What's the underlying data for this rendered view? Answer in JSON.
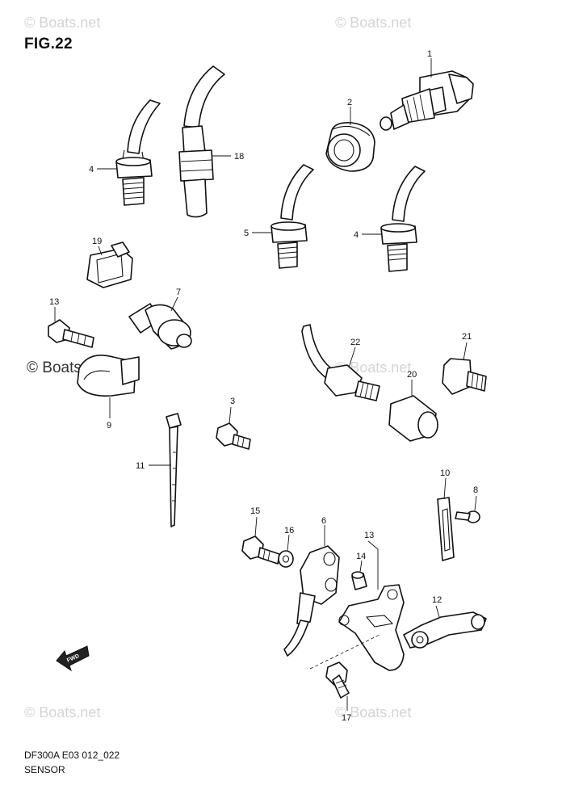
{
  "figure": {
    "title": "FIG.22",
    "model_code": "DF300A  E03 012_022",
    "caption": "SENSOR"
  },
  "watermarks": {
    "light": "© Boats.net",
    "strong": "© Boats.net"
  },
  "fwd_label": "FWD",
  "callouts": {
    "c1": "1",
    "c2": "2",
    "c3": "3",
    "c4a": "4",
    "c4b": "4",
    "c5": "5",
    "c6": "6",
    "c7": "7",
    "c8": "8",
    "c9": "9",
    "c10": "10",
    "c11": "11",
    "c12": "12",
    "c13a": "13",
    "c13b": "13",
    "c14": "14",
    "c15": "15",
    "c16": "16",
    "c17": "17",
    "c18": "18",
    "c19": "19",
    "c20": "20",
    "c21": "21",
    "c22": "22"
  }
}
